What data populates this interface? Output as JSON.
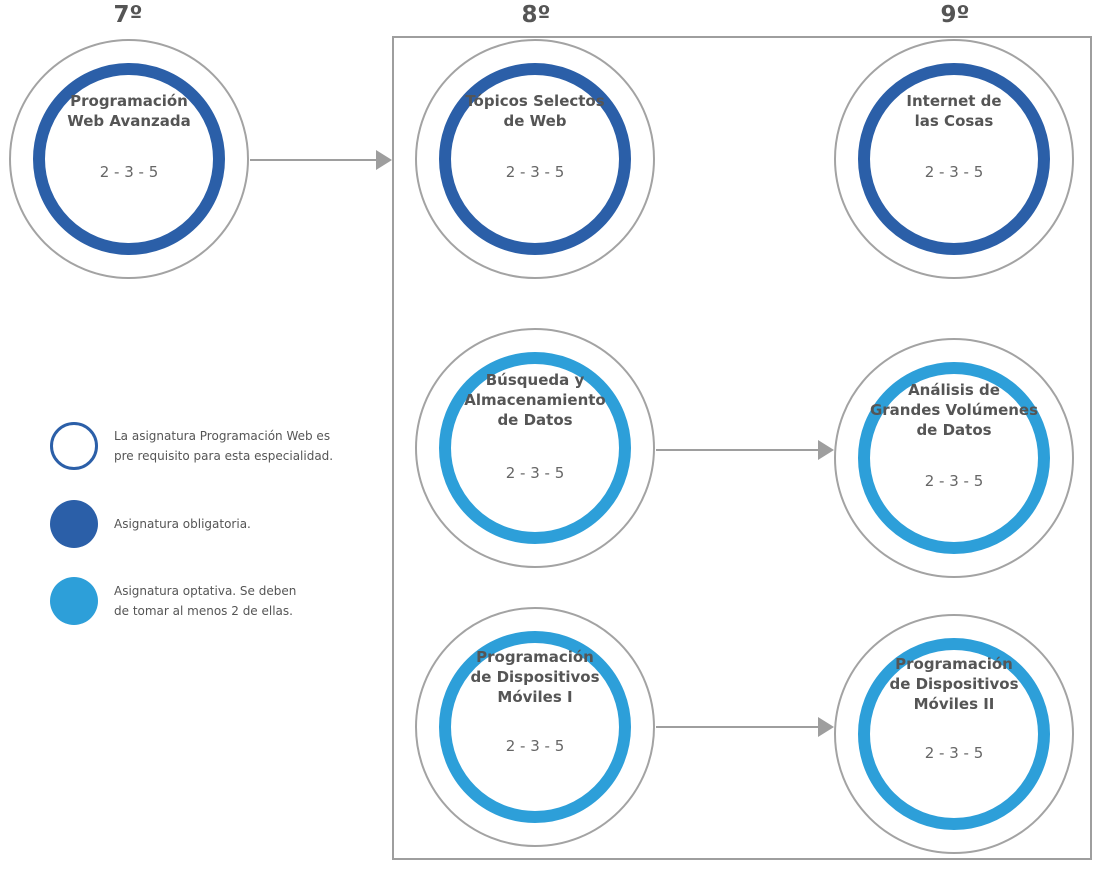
{
  "semesters": [
    {
      "label": "7º"
    },
    {
      "label": "8º"
    },
    {
      "label": "9º"
    }
  ],
  "courses": [
    {
      "title": "Programación\nWeb Avanzada",
      "credits": "2 - 3 - 5",
      "kind": "obligatoria"
    },
    {
      "title": "Tópicos Selectos\nde Web",
      "credits": "2 - 3 - 5",
      "kind": "obligatoria"
    },
    {
      "title": "Internet de\nlas Cosas",
      "credits": "2 - 3 - 5",
      "kind": "obligatoria"
    },
    {
      "title": "Búsqueda y\nAlmacenamiento\nde Datos",
      "credits": "2 - 3 - 5",
      "kind": "optativa"
    },
    {
      "title": "Análisis de\nGrandes Volúmenes\nde Datos",
      "credits": "2 - 3 - 5",
      "kind": "optativa"
    },
    {
      "title": "Programación\nde Dispositivos\nMóviles I",
      "credits": "2 - 3 - 5",
      "kind": "optativa"
    },
    {
      "title": "Programación\nde Dispositivos\nMóviles II",
      "credits": "2 - 3 - 5",
      "kind": "optativa"
    }
  ],
  "legend": [
    {
      "text": "La asignatura Programación Web es\npre requisito para esta especialidad."
    },
    {
      "text": "Asignatura obligatoria."
    },
    {
      "text": "Asignatura optativa. Se deben\nde tomar al menos 2 de ellas."
    }
  ],
  "colors": {
    "obligatoria": "#2b5fa8",
    "optativa": "#2d9fd9",
    "outline": "#a3a3a3",
    "arrow": "#9e9e9e",
    "text": "#555555"
  }
}
